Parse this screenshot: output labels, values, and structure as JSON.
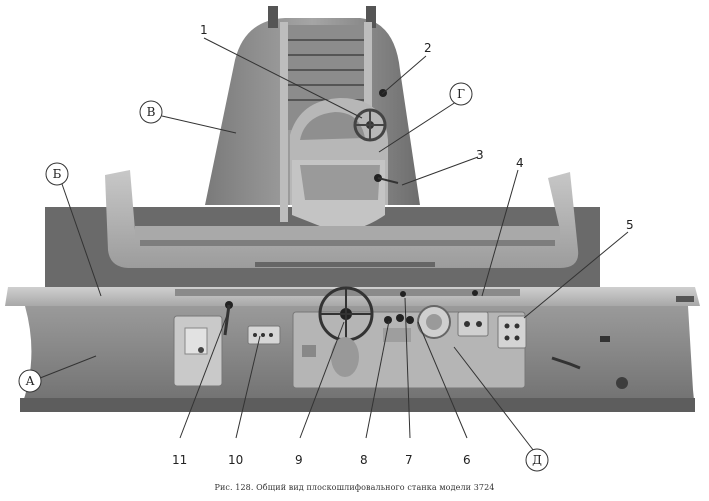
{
  "figure": {
    "caption": "Рис. 128. Общий вид плоскошлифовального станка модели 3724"
  },
  "callouts": {
    "letters": [
      {
        "id": "A",
        "text": "А"
      },
      {
        "id": "B",
        "text": "Б"
      },
      {
        "id": "V",
        "text": "В"
      },
      {
        "id": "G",
        "text": "Г"
      },
      {
        "id": "D",
        "text": "Д"
      }
    ],
    "numbers": [
      "1",
      "2",
      "3",
      "4",
      "5",
      "6",
      "7",
      "8",
      "9",
      "10",
      "11"
    ]
  }
}
